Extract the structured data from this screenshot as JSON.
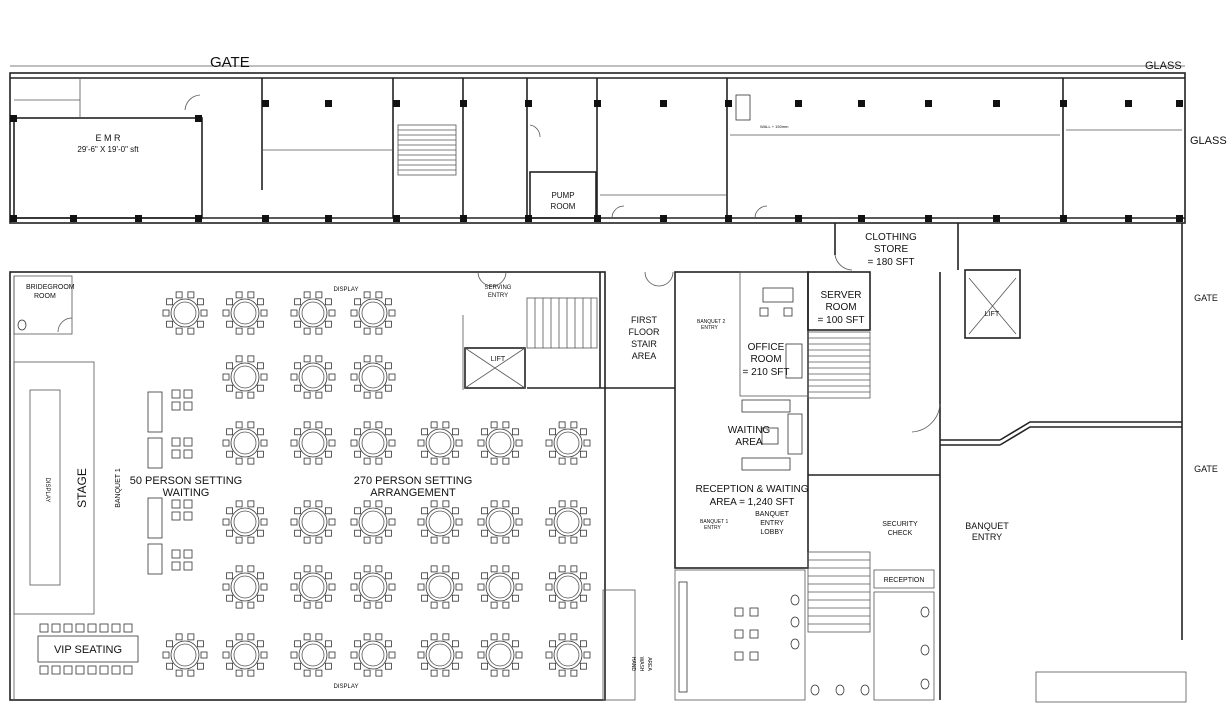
{
  "labels": {
    "gate_top": "GATE",
    "glass_1": "GLASS",
    "glass_2": "GLASS",
    "emr_title": "E M R",
    "emr_size": "29'-6\" X 19'-0\" sft",
    "pump_room_1": "PUMP",
    "pump_room_2": "ROOM",
    "clothing_1": "CLOTHING",
    "clothing_2": "STORE",
    "clothing_3": "= 180 SFT",
    "server_1": "SERVER",
    "server_2": "ROOM",
    "server_3": "= 100 SFT",
    "gate_right_1": "GATE",
    "gate_right_2": "GATE",
    "bridegroom_1": "BRIDEGROOM",
    "bridegroom_2": "ROOM",
    "display_top": "DISPLAY",
    "display_bottom": "DISPLAY",
    "display_stage": "DISPLAY",
    "serving_1": "SERVING",
    "serving_2": "ENTRY",
    "lift_1": "LIFT",
    "lift_2": "LIFT",
    "first_floor_1": "FIRST",
    "first_floor_2": "FLOOR",
    "first_floor_3": "STAIR",
    "first_floor_4": "AREA",
    "banquet2_entry_1": "BANQUET 2",
    "banquet2_entry_2": "ENTRY",
    "office_1": "OFFICE",
    "office_2": "ROOM",
    "office_3": "= 210 SFT",
    "waiting_1": "WAITING",
    "waiting_2": "AREA",
    "stage": "STAGE",
    "banquet1": "BANQUET 1",
    "waiting50_1": "50 PERSON SETTING",
    "waiting50_2": "WAITING",
    "arr270_1": "270  PERSON  SETTING",
    "arr270_2": "ARRANGEMENT",
    "reception_wait_1": "RECEPTION & WAITING",
    "reception_wait_2": "AREA = 1,240 SFT",
    "banquet1_entry_1": "BANQUET 1",
    "banquet1_entry_2": "ENTRY",
    "lobby_1": "BANQUET",
    "lobby_2": "ENTRY",
    "lobby_3": "LOBBY",
    "security_1": "SECURITY",
    "security_2": "CHECK",
    "banquet_entry_1": "BANQUET",
    "banquet_entry_2": "ENTRY",
    "reception": "RECEPTION",
    "hand_wash_1": "HAND",
    "hand_wash_2": "WASH",
    "hand_wash_3": "AREA",
    "vip": "VIP SEATING",
    "wall_note": "WALL + 150mm"
  }
}
